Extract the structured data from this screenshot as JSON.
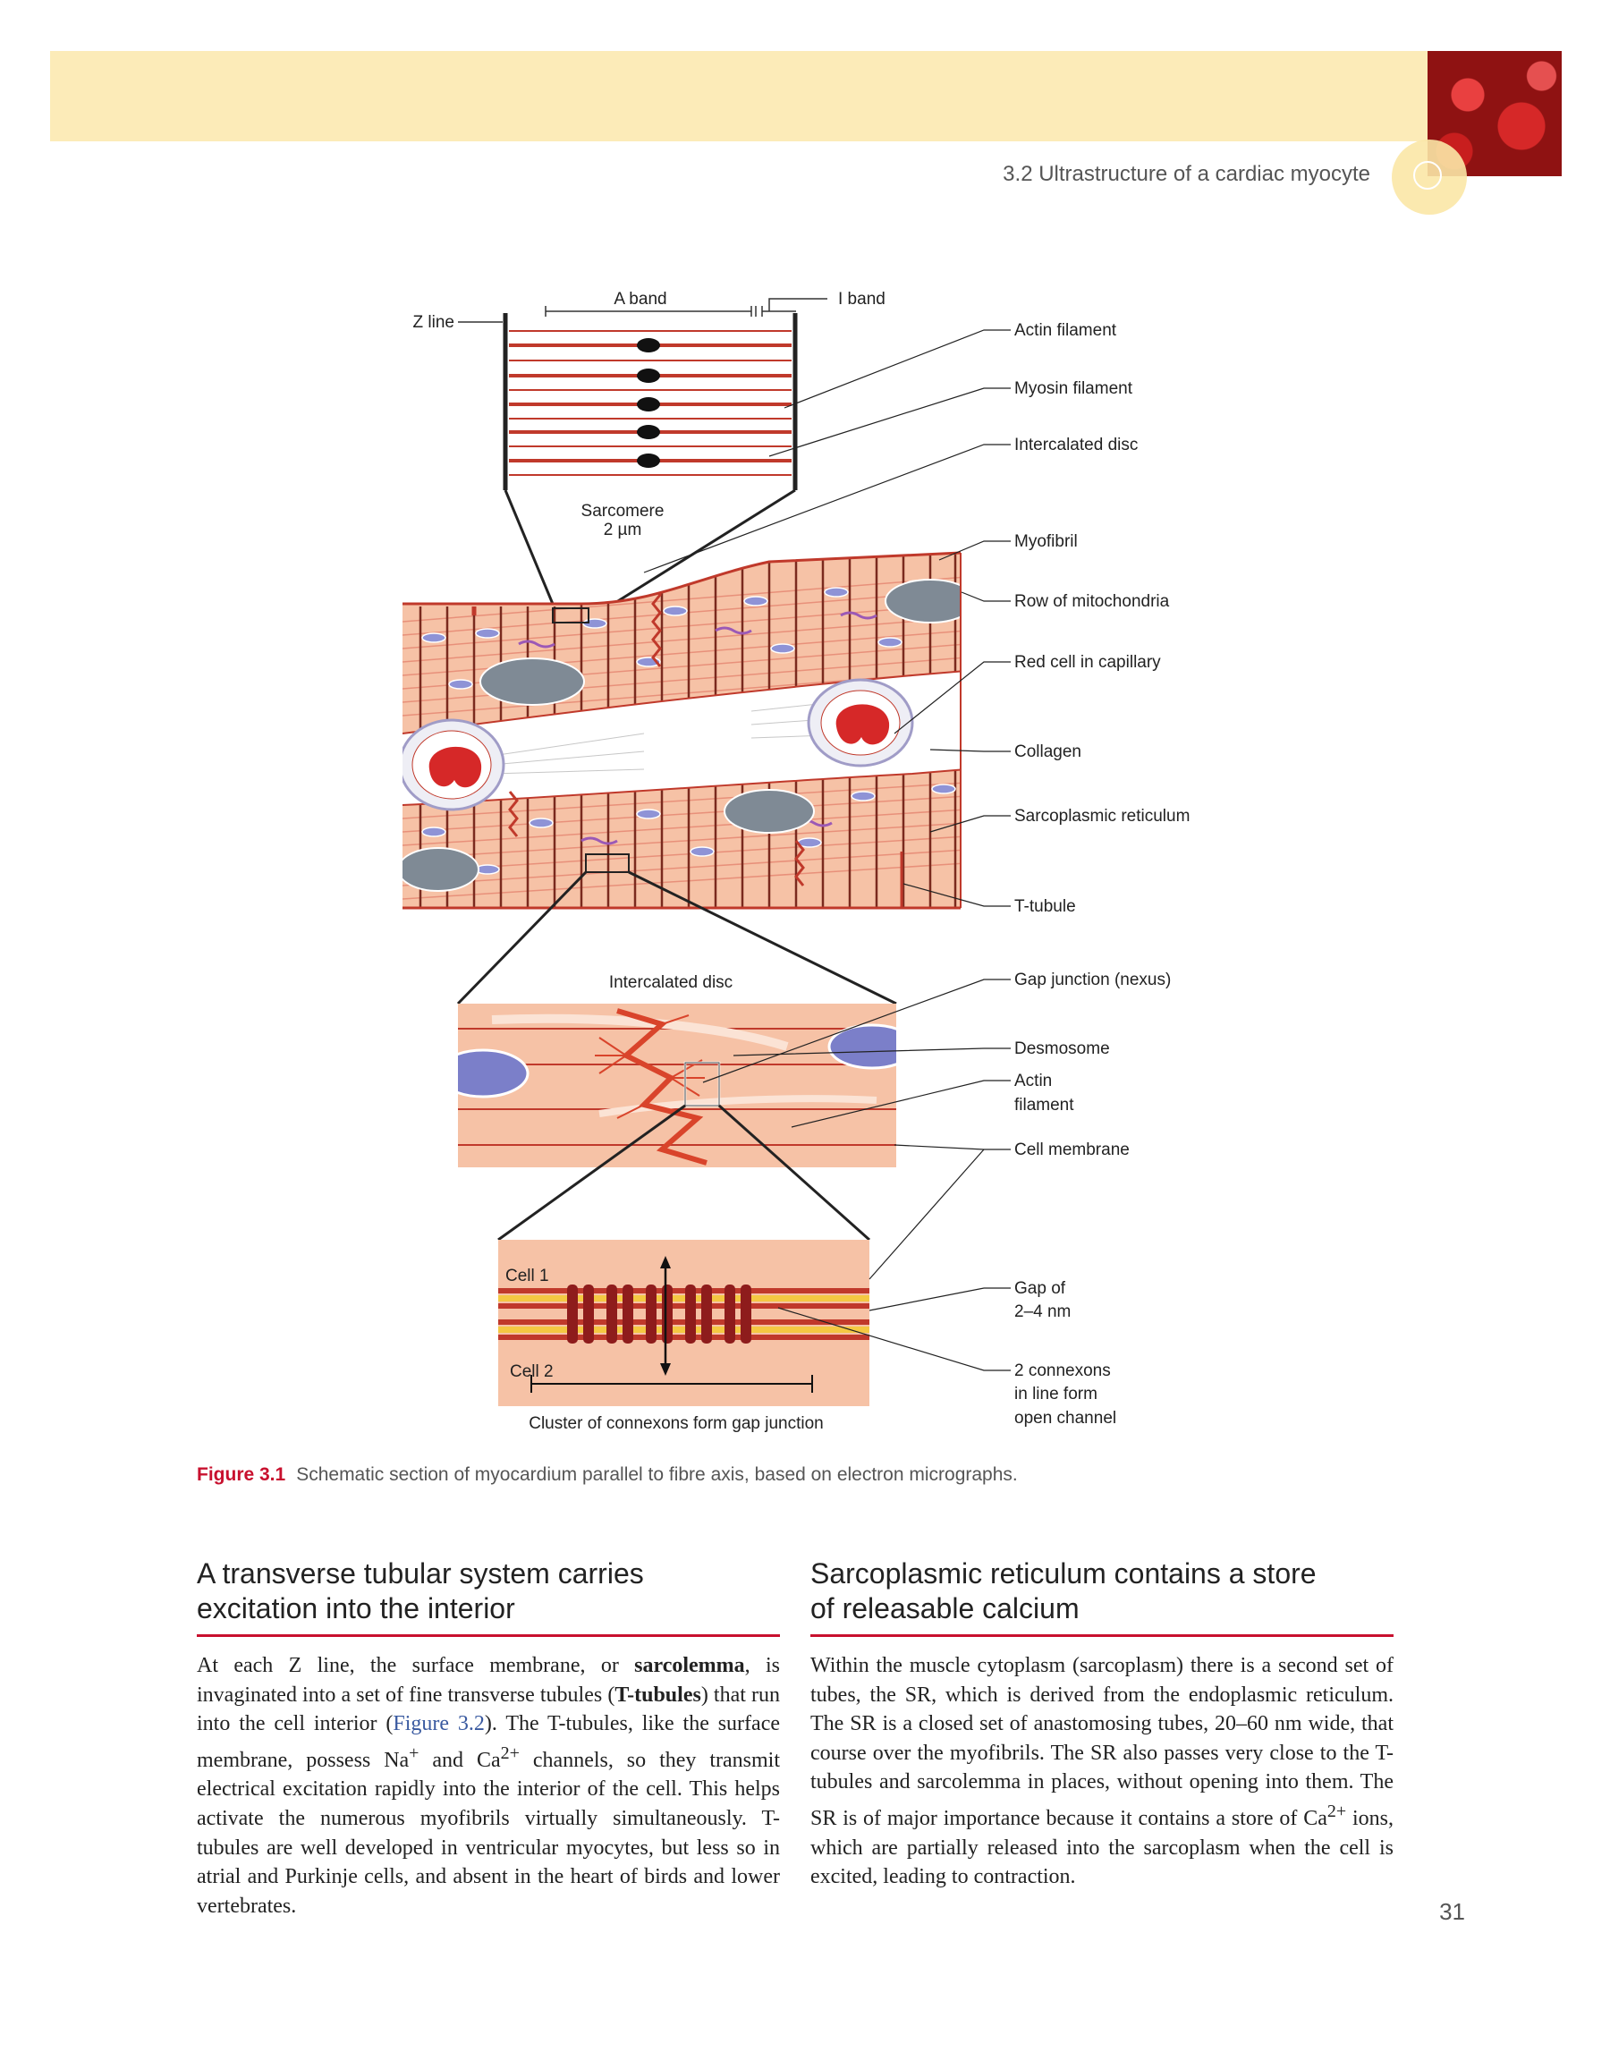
{
  "header": {
    "running_head": "3.2  Ultrastructure of a cardiac myocyte"
  },
  "figure": {
    "labels": {
      "a_band": "A band",
      "i_band": "I band",
      "z_line": "Z line",
      "sarcomere_1": "Sarcomere",
      "sarcomere_2": "2 µm",
      "actin_filament": "Actin filament",
      "myosin_filament": "Myosin filament",
      "intercalated_disc": "Intercalated disc",
      "myofibril": "Myofibril",
      "row_of_mitochondria": "Row of mitochondria",
      "red_cell_in_capillary": "Red cell in capillary",
      "collagen": "Collagen",
      "sarcoplasmic_reticulum": "Sarcoplasmic reticulum",
      "t_tubule": "T-tubule",
      "intercalated_disc_title": "Intercalated disc",
      "gap_junction": "Gap junction (nexus)",
      "desmosome": "Desmosome",
      "actin_1": "Actin",
      "actin_2": "filament",
      "cell_membrane": "Cell membrane",
      "gap_1": "Gap of",
      "gap_2": "2–4 nm",
      "connexons_1": "2 connexons",
      "connexons_2": "in line form",
      "connexons_3": "open channel",
      "cell_1": "Cell 1",
      "cell_2": "Cell 2",
      "cluster": "Cluster of connexons form gap junction"
    },
    "caption_label": "Figure 3.1",
    "caption_text": "Schematic section of myocardium parallel to fibre axis, based on electron micrographs."
  },
  "sections": {
    "left": {
      "heading_1": "A transverse tubular system carries",
      "heading_2": "excitation into the interior",
      "p1": "At each Z line, the surface membrane, or ",
      "p2": "sarcolemma",
      "p3": ", is invaginated into a set of fine transverse tubules (",
      "p4": "T-tubules",
      "p5": ") that run into the cell interior (",
      "p6": "Figure 3.2",
      "p7": "). The T-tubules, like the surface membrane, possess Na",
      "p8": "+",
      "p9": " and Ca",
      "p10": "2+",
      "p11": " channels, so they transmit electrical excitation rapidly into the interior of the cell. This helps activate the numerous myofibrils virtually simultaneously. T-tubules are well developed in ventricular myocytes, but less so in atrial and Purkinje cells, and absent in the heart of birds and lower vertebrates."
    },
    "right": {
      "heading_1": "Sarcoplasmic reticulum contains a store",
      "heading_2": "of releasable calcium",
      "p1": "Within the muscle cytoplasm (sarcoplasm) there is a second set of tubes, the SR, which is derived from the endoplasmic reticulum. The SR is a closed set of anastomosing tubes, 20–60 nm wide, that course over the myofibrils. The SR also passes very close to the T-tubules and sarcolemma in places, without opening into them. The SR is of major importance because it contains a store of Ca",
      "p2": "2+",
      "p3": " ions, which are partially released into the sarcoplasm when the cell is excited, leading to contraction."
    }
  },
  "page_number": "31",
  "colors": {
    "banner": "#fcebb8",
    "accent_red": "#c8102e",
    "muscle_fill": "#f6c2a6",
    "muscle_stroke": "#c0392b",
    "mitochondria": "#7b7fc9",
    "nucleus": "#7f8a95"
  }
}
